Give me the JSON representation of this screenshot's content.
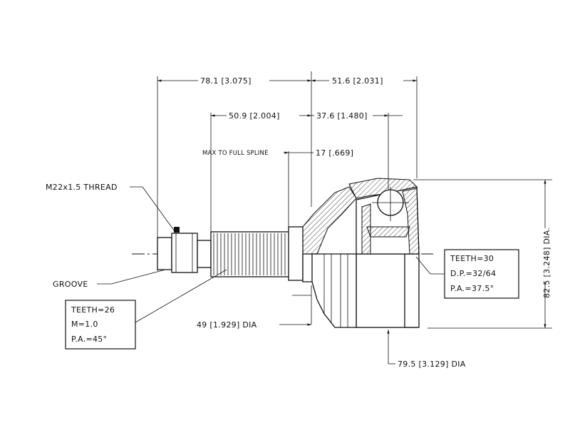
{
  "dimensions": {
    "overall_shaft": "78.1 [3.075]",
    "housing_length": "51.6 [2.031]",
    "spline_length": "50.9 [2.004]",
    "inner_offset": "37.6 [1.480]",
    "full_spline": "17 [.669]",
    "max_spline_note": "MAX TO FULL SPLINE",
    "outer_diameter": "82.5 [3.248] DIA.",
    "seal_diameter": "49 [1.929] DIA",
    "housing_diameter": "79.5 [3.129] DIA"
  },
  "callouts": {
    "thread": "M22x1.5 THREAD",
    "groove": "GROOVE"
  },
  "outer_spline_box": {
    "teeth": "TEETH=26",
    "module": "M=1.0",
    "pressure_angle": "P.A.=45°"
  },
  "inner_spline_box": {
    "teeth": "TEETH=30",
    "diametral_pitch": "D.P.=32/64",
    "pressure_angle": "P.A.=37.5°"
  }
}
